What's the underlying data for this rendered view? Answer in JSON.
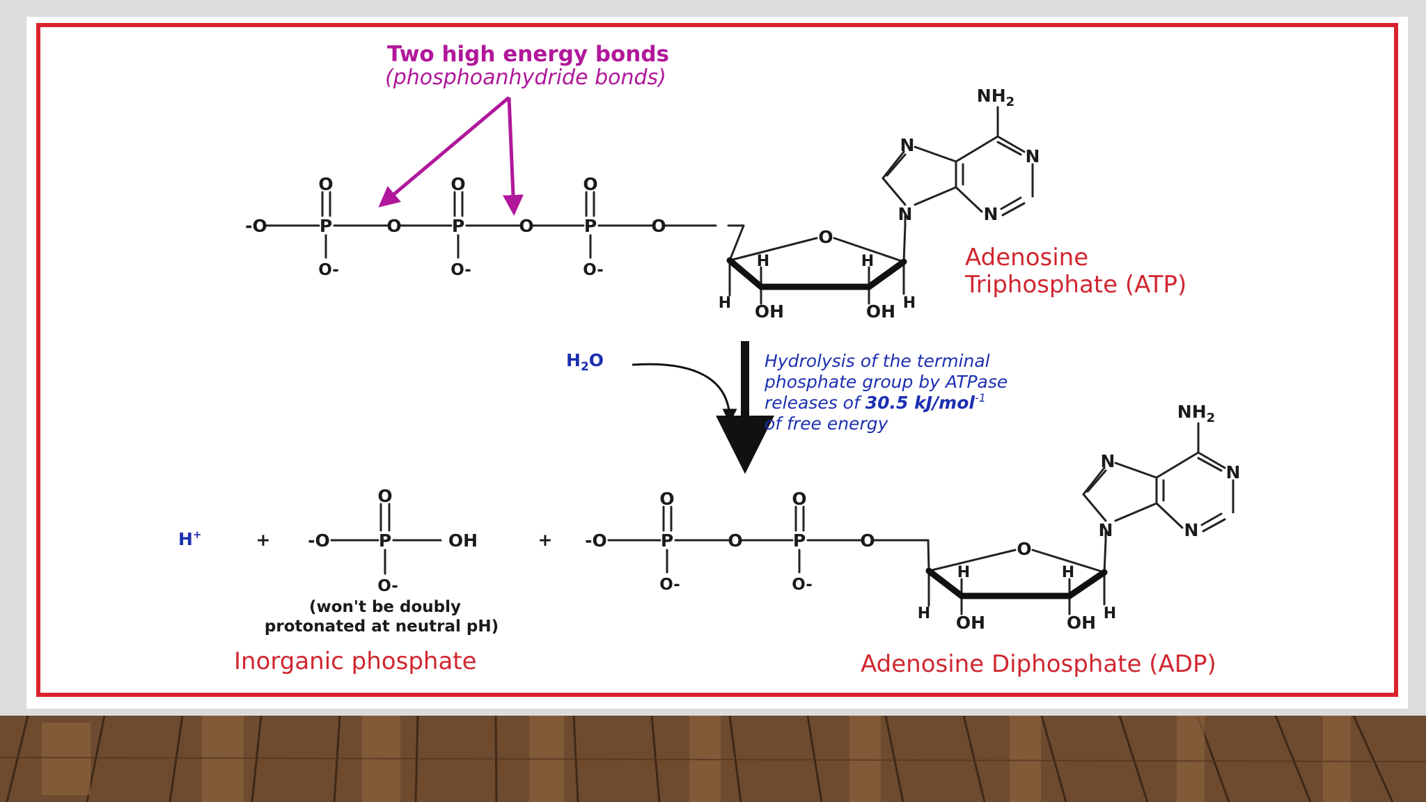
{
  "annotation": {
    "title": "Two high energy bonds",
    "subtitle": "(phosphoanhydride bonds)"
  },
  "atp": {
    "label_line1": "Adenosine",
    "label_line2": "Triphosphate (ATP)",
    "nh2": "NH",
    "nh2_sub": "2"
  },
  "water": {
    "label": "H",
    "sub": "2",
    "tail": "O"
  },
  "hydrolysis": {
    "line1": "Hydrolysis of the terminal",
    "line2": "phosphate group by ATPase",
    "line3_prefix": "releases of ",
    "line3_value": "30.5 kJ/mol",
    "line3_sup": "-1",
    "line4": "of free energy"
  },
  "products": {
    "proton": "H",
    "proton_sup": "+",
    "plus": "+",
    "pi_oh": "OH",
    "note_line1": "(won't be doubly",
    "note_line2": "protonated at neutral pH)",
    "pi_label": "Inorganic phosphate",
    "adp_label": "Adenosine Diphosphate (ADP)",
    "nh2": "NH",
    "nh2_sub": "2"
  },
  "atoms": {
    "O": "O",
    "P": "P",
    "N": "N",
    "H": "H",
    "OH": "OH",
    "O_minus": "O-",
    "minus_O": "-O"
  },
  "colors": {
    "frame": "#d9232d",
    "annotation": "#b0179a",
    "label": "#d02630",
    "blue_text": "#1c2fb0",
    "floor": "#6b4a2e"
  }
}
